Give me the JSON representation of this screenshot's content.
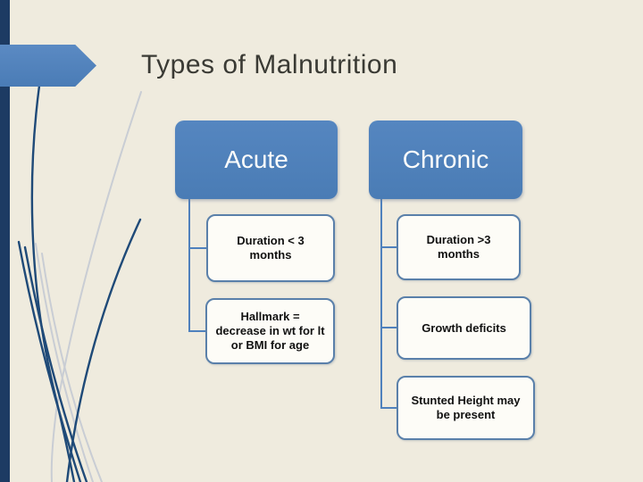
{
  "slide": {
    "title": "Types of Malnutrition",
    "colors": {
      "background": "#efebde",
      "accent_blue": "#4f81bd",
      "navy_bar": "#1d3b63",
      "swoosh_navy": "#1f4a78",
      "swoosh_gray": "#c9cdd4",
      "child_box_fill": "#fdfcf7",
      "child_box_border": "#5a80aa",
      "title_text": "#3a3a34",
      "root_text": "#fdfdfb"
    }
  },
  "diagram": {
    "trees": [
      {
        "root": "Acute",
        "children": [
          "Duration < 3 months",
          "Hallmark = decrease in wt for lt or BMI for age"
        ]
      },
      {
        "root": "Chronic",
        "children": [
          "Duration >3 months",
          "Growth deficits",
          "Stunted Height may be present"
        ]
      }
    ]
  }
}
